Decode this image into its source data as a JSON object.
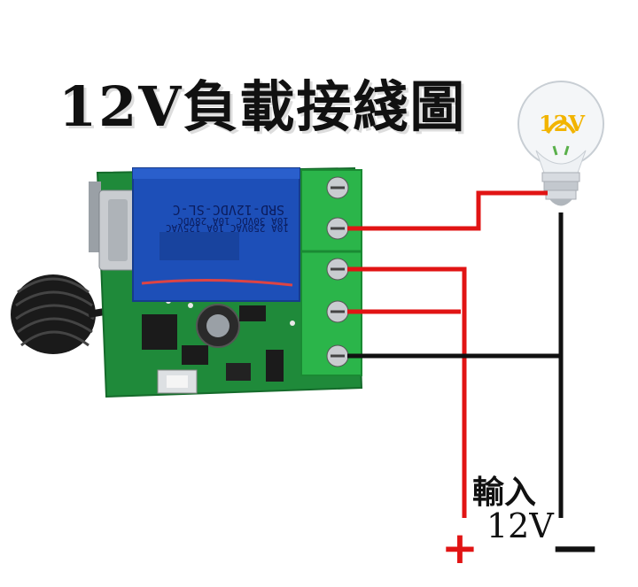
{
  "diagram": {
    "title": "12V負載接綫圖",
    "input_label": "輸入",
    "voltage_label": "12V",
    "plus_sign": "+",
    "minus_sign": "—",
    "bulb_label": "12V",
    "relay": {
      "model": "SRD-12VDC-SL-C",
      "rating_1": "10A 30VDC 10A 28VDC",
      "rating_2": "10A 250VAC 10A 125VAC"
    },
    "colors": {
      "positive_wire": "#e11414",
      "negative_wire": "#111111",
      "pcb": "#1f8a3a",
      "terminal_block": "#2bb54a",
      "relay_body": "#1d4fb8"
    }
  }
}
